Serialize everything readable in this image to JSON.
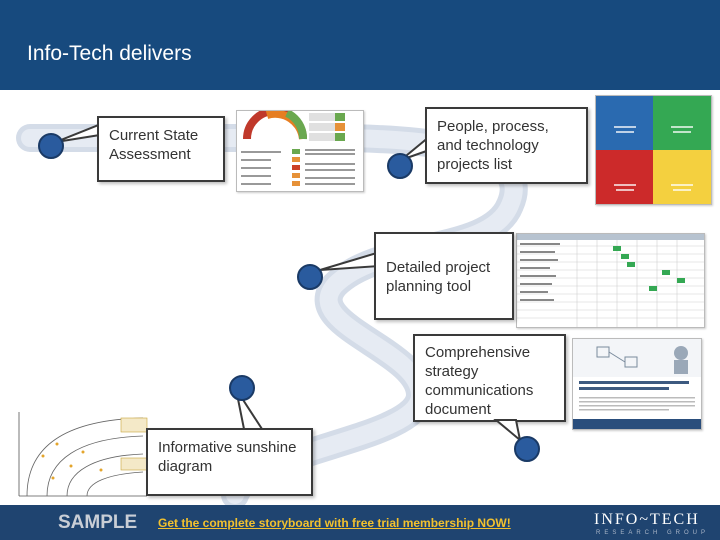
{
  "header": {
    "title": "Info-Tech delivers",
    "bg_color": "#174a7e"
  },
  "callouts": {
    "current_state": "Current State Assessment",
    "people_process": "People, process, and technology projects list",
    "detailed_plan": "Detailed project planning tool",
    "strategy_doc": "Comprehensive strategy communications document",
    "sunshine": "Informative sunshine diagram"
  },
  "footer": {
    "sample_label": "SAMPLE",
    "promo_link": "Get the complete storyboard with free trial membership NOW!",
    "brand": "INFO~TECH",
    "bg_color": "#1f4470",
    "promo_color": "#f2c12e"
  },
  "icons": {
    "pin": "map-pin-dot",
    "gauge": "gauge-icon"
  }
}
